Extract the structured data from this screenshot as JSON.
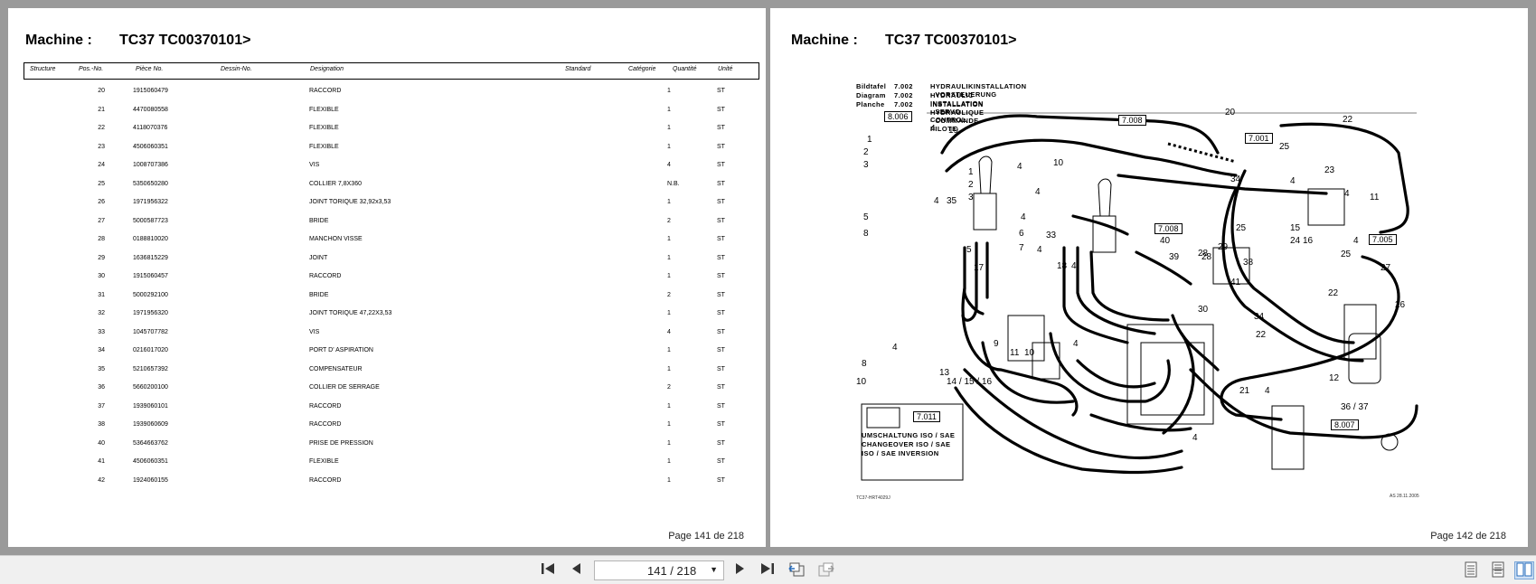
{
  "left_page": {
    "machine_label": "Machine :",
    "machine_value": "TC37 TC00370101>",
    "page_number": "Page 141 de 218",
    "columns": [
      "Structure",
      "Pos.-No.",
      "Pièce No.",
      "Dessin-No.",
      "Designation",
      "Standard",
      "Catégorie",
      "Quantité",
      "Unité"
    ],
    "rows": [
      {
        "pos": "20",
        "piece": "1915060479",
        "designation": "RACCORD",
        "qte": "1",
        "unite": "ST"
      },
      {
        "pos": "21",
        "piece": "4470080558",
        "designation": "FLEXIBLE",
        "qte": "1",
        "unite": "ST"
      },
      {
        "pos": "22",
        "piece": "4118070376",
        "designation": "FLEXIBLE",
        "qte": "1",
        "unite": "ST"
      },
      {
        "pos": "23",
        "piece": "4506060351",
        "designation": "FLEXIBLE",
        "qte": "1",
        "unite": "ST"
      },
      {
        "pos": "24",
        "piece": "1008707386",
        "designation": "VIS",
        "qte": "4",
        "unite": "ST"
      },
      {
        "pos": "25",
        "piece": "5350650280",
        "designation": "COLLIER  7,8X360",
        "qte": "N.B.",
        "unite": "ST"
      },
      {
        "pos": "26",
        "piece": "1971956322",
        "designation": "JOINT TORIQUE  32,92x3,53",
        "qte": "1",
        "unite": "ST"
      },
      {
        "pos": "27",
        "piece": "5000587723",
        "designation": "BRIDE",
        "qte": "2",
        "unite": "ST"
      },
      {
        "pos": "28",
        "piece": "0188810020",
        "designation": "MANCHON VISSE",
        "qte": "1",
        "unite": "ST"
      },
      {
        "pos": "29",
        "piece": "1636815229",
        "designation": "JOINT",
        "qte": "1",
        "unite": "ST"
      },
      {
        "pos": "30",
        "piece": "1915060457",
        "designation": "RACCORD",
        "qte": "1",
        "unite": "ST"
      },
      {
        "pos": "31",
        "piece": "5000292100",
        "designation": "BRIDE",
        "qte": "2",
        "unite": "ST"
      },
      {
        "pos": "32",
        "piece": "1971956320",
        "designation": "JOINT TORIQUE  47,22X3,53",
        "qte": "1",
        "unite": "ST"
      },
      {
        "pos": "33",
        "piece": "1045707782",
        "designation": "VIS",
        "qte": "4",
        "unite": "ST"
      },
      {
        "pos": "34",
        "piece": "0216017020",
        "designation": "PORT D' ASPIRATION",
        "qte": "1",
        "unite": "ST"
      },
      {
        "pos": "35",
        "piece": "5210657392",
        "designation": "COMPENSATEUR",
        "qte": "1",
        "unite": "ST"
      },
      {
        "pos": "36",
        "piece": "5660200100",
        "designation": "COLLIER DE SERRAGE",
        "qte": "2",
        "unite": "ST"
      },
      {
        "pos": "37",
        "piece": "1939060101",
        "designation": "RACCORD",
        "qte": "1",
        "unite": "ST"
      },
      {
        "pos": "38",
        "piece": "1939060609",
        "designation": "RACCORD",
        "qte": "1",
        "unite": "ST"
      },
      {
        "pos": "40",
        "piece": "5364663762",
        "designation": "PRISE DE PRESSION",
        "qte": "1",
        "unite": "ST"
      },
      {
        "pos": "41",
        "piece": "4506060351",
        "designation": "FLEXIBLE",
        "qte": "1",
        "unite": "ST"
      },
      {
        "pos": "42",
        "piece": "1924060155",
        "designation": "RACCORD",
        "qte": "1",
        "unite": "ST"
      }
    ]
  },
  "right_page": {
    "machine_label": "Machine :",
    "machine_value": "TC37 TC00370101>",
    "page_number": "Page 142 de 218",
    "title_block": [
      {
        "a": "Bildtafel",
        "b": "7.002",
        "c": "HYDRAULIKINSTALLATION - VORSTEUERUNG"
      },
      {
        "a": "Diagram",
        "b": "7.002",
        "c": "HYDRAULIC INSTALLATION - SERVO CONTROL"
      },
      {
        "a": "Planche",
        "b": "7.002",
        "c": "INSTALLATION HYDRAULIQUE - COMMANDE PILOTE"
      }
    ],
    "ref_boxes": [
      "8.006",
      "7.008",
      "7.001",
      "7.008",
      "7.005",
      "7.011",
      "8.007"
    ],
    "callouts": [
      "4",
      "19",
      "20",
      "22",
      "1",
      "2",
      "3",
      "35",
      "4",
      "10",
      "34",
      "25",
      "23",
      "4",
      "4",
      "1",
      "2",
      "3",
      "4",
      "11",
      "5",
      "4",
      "33",
      "25",
      "15",
      "4",
      "8",
      "6",
      "7",
      "40",
      "28",
      "29",
      "24",
      "16",
      "25",
      "4",
      "5",
      "4",
      "18",
      "39",
      "38",
      "28",
      "27",
      "17",
      "4",
      "41",
      "22",
      "26",
      "30",
      "34",
      "4",
      "9",
      "11",
      "10",
      "22",
      "8",
      "4",
      "13",
      "12",
      "10",
      "14 / 15 / 16",
      "21",
      "4",
      "36 / 37",
      "4"
    ],
    "inset_lines": [
      "UMSCHALTUNG ISO / SAE",
      "CHANGEOVER ISO / SAE",
      "ISO / SAE INVERSION"
    ],
    "foot_left": "TC37-HRT4029J",
    "foot_right": "AS 28.11.2005"
  },
  "toolbar": {
    "page_value": "141 / 218"
  }
}
